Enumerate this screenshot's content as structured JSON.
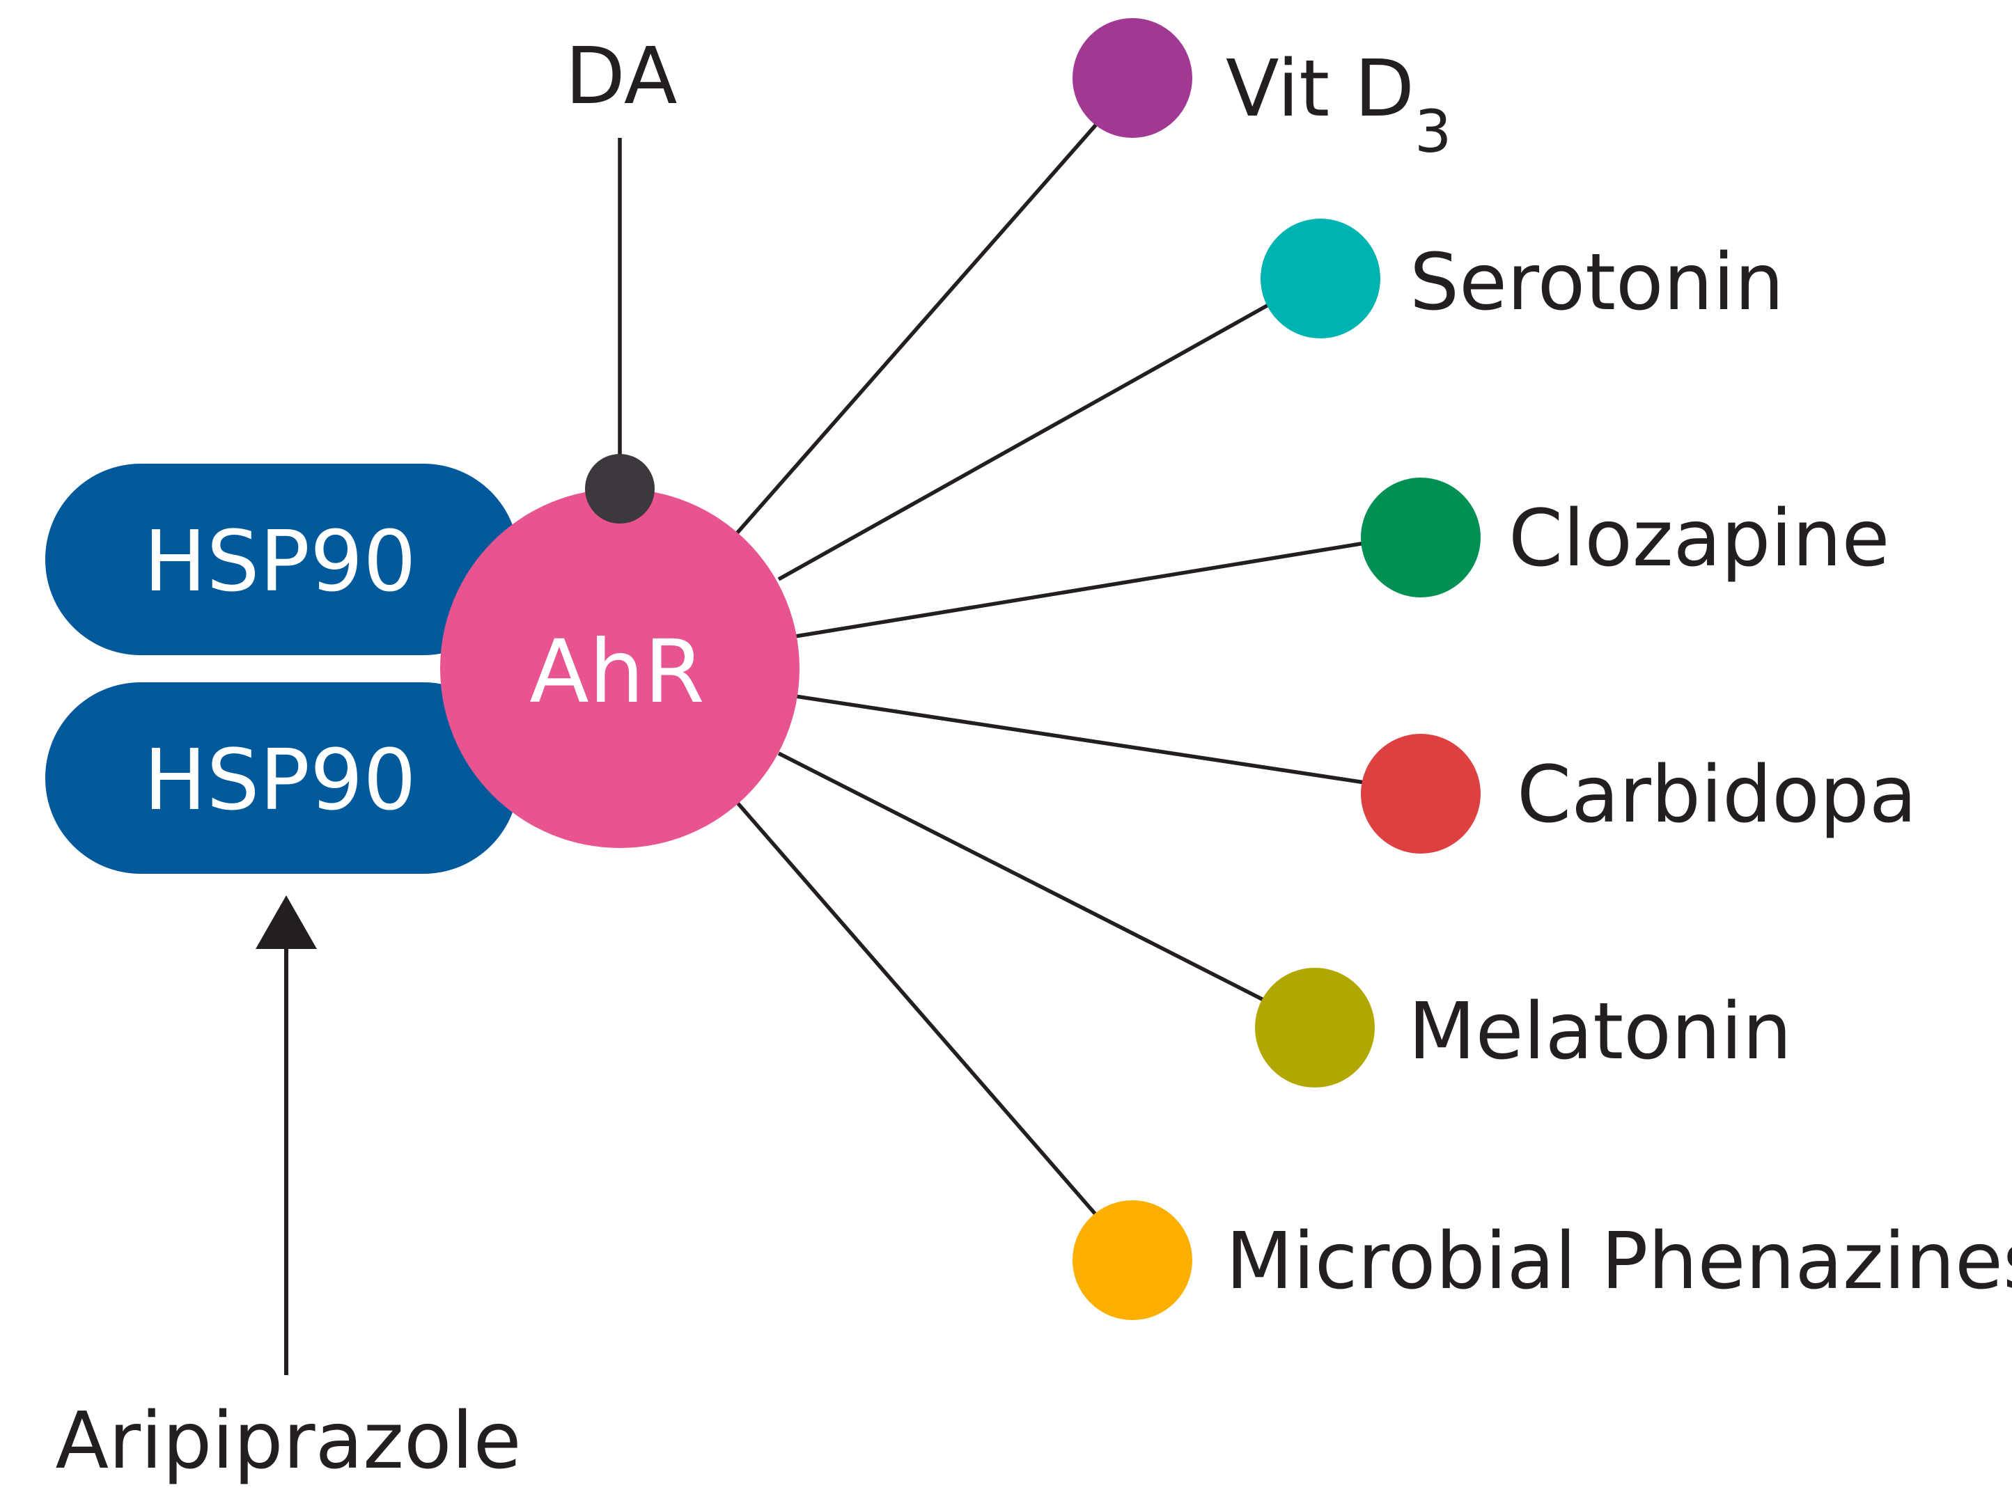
{
  "diagram": {
    "center": {
      "label": "AhR",
      "color": "#e8548f"
    },
    "chaperones": [
      {
        "label": "HSP90",
        "color": "#00599b"
      },
      {
        "label": "HSP90",
        "color": "#00599b"
      }
    ],
    "inhibitor": {
      "label": "DA",
      "color": "#3d383d"
    },
    "activator": {
      "label": "Aripiprazole"
    },
    "ligands": [
      {
        "label": "Vit D",
        "subscript": "3",
        "color": "#a03894"
      },
      {
        "label": "Serotonin",
        "color": "#00b3b3"
      },
      {
        "label": "Clozapine",
        "color": "#009054"
      },
      {
        "label": "Carbidopa",
        "color": "#dc4040"
      },
      {
        "label": "Melatonin",
        "color": "#b2a700"
      },
      {
        "label": "Microbial Phenazines",
        "color": "#fdaf00"
      }
    ],
    "line_color": "#231f20"
  }
}
